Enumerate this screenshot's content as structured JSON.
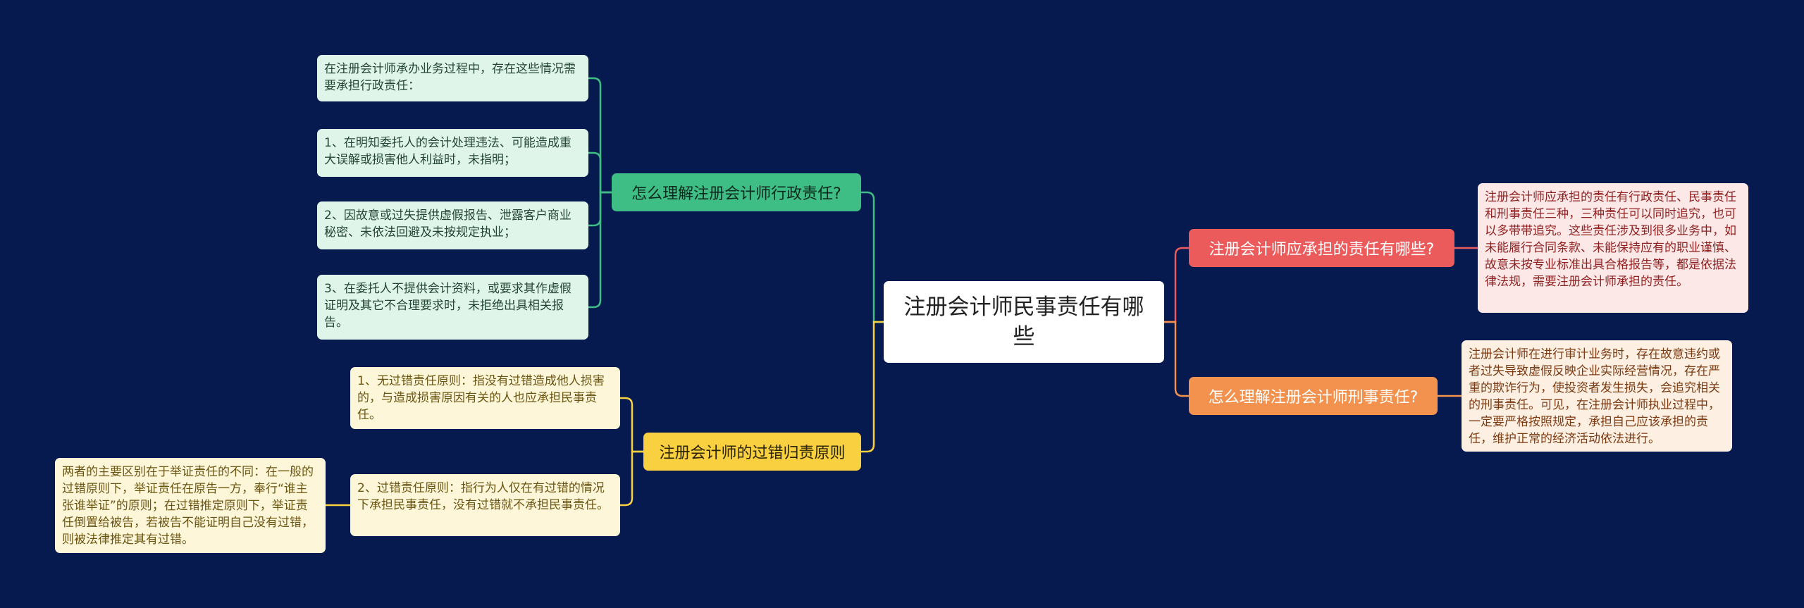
{
  "root": {
    "title": "注册会计师民事责任有哪些"
  },
  "branches": {
    "admin": {
      "title": "怎么理解注册会计师行政责任?",
      "items": [
        "在注册会计师承办业务过程中，存在这些情况需要承担行政责任：",
        "1、在明知委托人的会计处理违法、可能造成重大误解或损害他人利益时，未指明；",
        "2、因故意或过失提供虚假报告、泄露客户商业秘密、未依法回避及未按规定执业；",
        "3、在委托人不提供会计资料，或要求其作虚假证明及其它不合理要求时，未拒绝出具相关报告。"
      ]
    },
    "fault": {
      "title": "注册会计师的过错归责原则",
      "items": [
        "1、无过错责任原则：指没有过错造成他人损害的，与造成损害原因有关的人也应承担民事责任。",
        "2、过错责任原则：指行为人仅在有过错的情况下承担民事责任，没有过错就不承担民事责任。"
      ],
      "note": "两者的主要区别在于举证责任的不同：在一般的过错原则下，举证责任在原告一方，奉行“谁主张谁举证”的原则；在过错推定原则下，举证责任倒置给被告，若被告不能证明自己没有过错，则被法律推定其有过错。"
    },
    "liability": {
      "title": "注册会计师应承担的责任有哪些?",
      "text": "注册会计师应承担的责任有行政责任、民事责任和刑事责任三种，三种责任可以同时追究，也可以多带带追究。这些责任涉及到很多业务中，如未能履行合同条款、未能保持应有的职业谨慎、故意未按专业标准出具合格报告等，都是依据法律法规，需要注册会计师承担的责任。"
    },
    "criminal": {
      "title": "怎么理解注册会计师刑事责任?",
      "text": "注册会计师在进行审计业务时，存在故意违约或者过失导致虚假反映企业实际经营情况，存在严重的欺诈行为，使投资者发生损失，会追究相关的刑事责任。可见，在注册会计师执业过程中，一定要严格按照规定，承担自己应该承担的责任，维护正常的经济活动依法进行。"
    }
  },
  "colors": {
    "background": "#071a4f",
    "green": "#3ebd84",
    "yellow": "#f9d03f",
    "red": "#ec5b5b",
    "orange": "#f2924e"
  }
}
